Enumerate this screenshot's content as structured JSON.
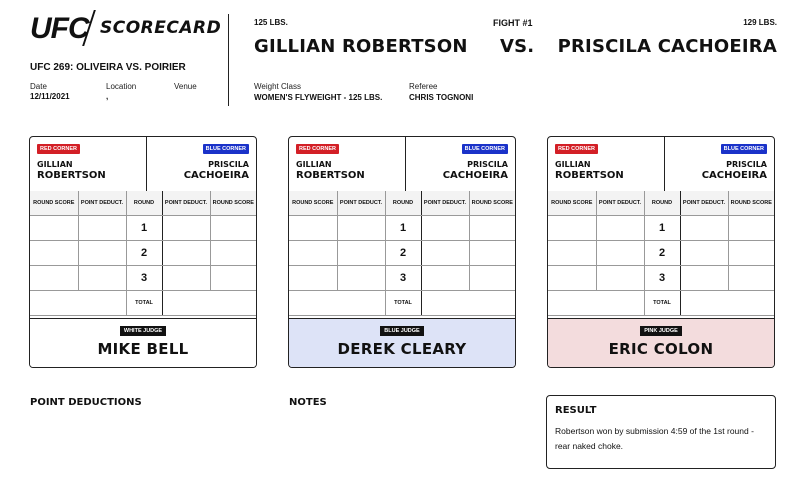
{
  "header": {
    "logo": "UFC",
    "logo_sub": "SCORECARD",
    "event": "UFC 269: OLIVEIRA VS. POIRIER",
    "date_label": "Date",
    "date_value": "12/11/2021",
    "location_label": "Location",
    "location_value": ",",
    "venue_label": "Venue",
    "venue_value": ""
  },
  "fight": {
    "red_weight": "125 LBS.",
    "red_name": "GILLIAN ROBERTSON",
    "fight_number": "FIGHT #1",
    "vs": "VS.",
    "blue_weight": "129 LBS.",
    "blue_name": "PRISCILA CACHOEIRA",
    "weight_class_label": "Weight Class",
    "weight_class_value": "WOMEN'S FLYWEIGHT - 125 LBS.",
    "referee_label": "Referee",
    "referee_value": "CHRIS TOGNONI"
  },
  "card_labels": {
    "red_corner": "RED CORNER",
    "blue_corner": "BLUE CORNER",
    "red_first": "GILLIAN",
    "red_last": "ROBERTSON",
    "blue_first": "PRISCILA",
    "blue_last": "CACHOEIRA",
    "col_round_score": "ROUND SCORE",
    "col_point_deduct": "POINT DEDUCT.",
    "col_round": "ROUND",
    "rounds": [
      "1",
      "2",
      "3"
    ],
    "total": "TOTAL"
  },
  "judges": [
    {
      "label": "WHITE JUDGE",
      "name": "MIKE BELL",
      "bg": "#ffffff"
    },
    {
      "label": "BLUE JUDGE",
      "name": "DEREK CLEARY",
      "bg": "#dde3f7"
    },
    {
      "label": "PINK JUDGE",
      "name": "ERIC COLON",
      "bg": "#f3dcdd"
    }
  ],
  "footer": {
    "point_deductions": "POINT DEDUCTIONS",
    "notes": "NOTES",
    "result_label": "RESULT",
    "result_text": "Robertson won by submission 4:59 of the 1st round - rear naked choke."
  },
  "colors": {
    "red": "#d31f26",
    "blue": "#1a32c9"
  }
}
